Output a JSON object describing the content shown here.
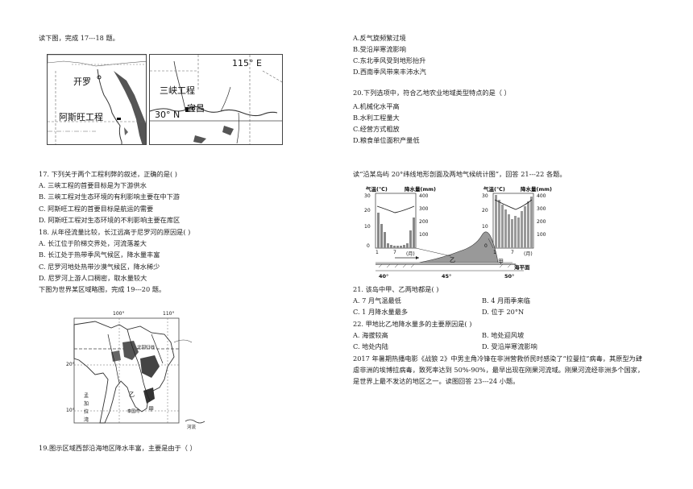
{
  "left": {
    "intro_17_18": "读下图，完成 17---18 题。",
    "map1": {
      "cairo": "开罗",
      "aswan": "阿斯旺工程",
      "three_gorges": "三峡工程",
      "yichang": "宜昌",
      "lon": "115° E",
      "lat": "30° N"
    },
    "q17": {
      "stem": "17. 下列关于两个工程利弊的叙述，正确的是(        )",
      "a": "A.  三峡工程的首要目标是为下游供水",
      "b": "B.  三峡工程对生态环境的有利影响主要在中下游",
      "c": "C.  阿斯旺工程的首要目标是航运的需要",
      "d": "D.  阿斯旺工程对生态环境的不利影响主要在库区"
    },
    "q18": {
      "stem": "18. 从年径流量比较，长江远高于尼罗河的原因是(        )",
      "a": "A.  长江位于阶梯交界处，河流落差大",
      "b": "B.  长江处于热带季风气候区，降水量丰富",
      "c": "C.  尼罗河地处热带沙漠气候区，降水稀少",
      "d": "D.  尼罗河上游人口稠密，取水量较大"
    },
    "intro_19_20": "下图为世界某区域略图，完成 19---20 题。",
    "map2": {
      "lon100": "100°",
      "lon110": "110°",
      "lat20": "20°",
      "lat10": "10°",
      "tropic": "北回归线",
      "yi": "乙",
      "jia": "甲",
      "bkk": "泰国湾",
      "sea_label": "孟\n加\n拉\n湾",
      "legend": "河流"
    },
    "q19_stem": "19.图示区域西部沿海地区降水丰富，主要是由于（    ）"
  },
  "right": {
    "q19": {
      "a": "A.反气旋频繁过境",
      "b": "B.受沿岸寒流影响",
      "c": "C.东北季风受到地形抬升",
      "d": "D.西南季风带来丰沛水汽"
    },
    "q20": {
      "stem": "20.下列选项中，符合乙地农业地域类型特点的是（          ）",
      "a": "A.机械化水平高",
      "b": "B.水利工程量大",
      "c": "C.经营方式粗放",
      "d": "D.粮食单位面积产量低"
    },
    "intro_21_22": "读“沿某岛屿 20°纬线地形剖面及两地气候统计图”，回答 21---22 各题。",
    "chart": {
      "temp_label": "气温(℃)",
      "rain_label": "降水量(mm)",
      "temp_label2": "气温(℃)",
      "rain_label2": "降水量(mm)",
      "left_y_temp": [
        "30",
        "20",
        "10",
        "0"
      ],
      "left_y_rain": [
        "400",
        "300",
        "200",
        "100"
      ],
      "right_y_temp": [
        "30",
        "20",
        "10",
        "0"
      ],
      "right_y_rain": [
        "400",
        "300",
        "200",
        "100"
      ],
      "month_labels": [
        "1",
        "7",
        "(月)"
      ],
      "month_labels2": [
        "1",
        "7",
        "(月)"
      ],
      "jia": "甲",
      "yi": "乙",
      "sea_level": "海平面",
      "x_ticks": [
        "40°",
        "45°",
        "50°"
      ]
    },
    "q21": {
      "stem": "21. 该岛中甲、乙两地都是(        )",
      "a": "A. 7 月气温最低",
      "b": "B. 4 月雨季来临",
      "c": "C.    1 月降水量最多",
      "d": "D.  位于 20°N"
    },
    "q22": {
      "stem": "22. 甲地比乙地降水量多的主要原因是(        )",
      "a": "A.  海拔较高",
      "b": "B.  地处迎风坡",
      "c": "C.  地处内陆",
      "d": "D.  受沿岸寒流影响"
    },
    "passage": [
      "2017 年暑期热播电影《战狼 2》中男主角冷锋在非洲营救侨民时感染了“拉曼拉”病毒，其原型为肆",
      "虐非洲的埃博拉病毒，致死率达到 50%-90%，最早出现在刚果河流域。刚果河流经非洲多个国家，",
      "是世界上最不发达的地区之一。读图回答 23---24 小题。"
    ]
  }
}
